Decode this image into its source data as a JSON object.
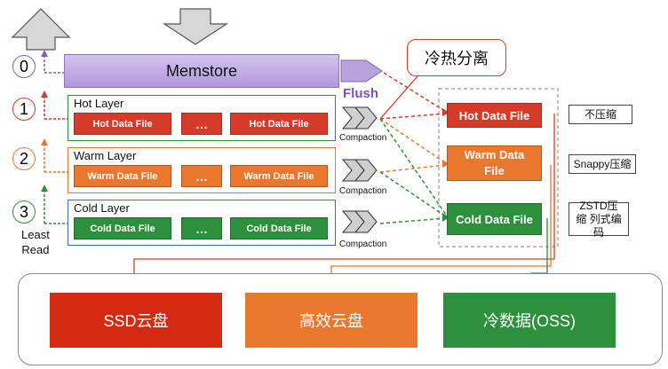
{
  "memstore": "Memstore",
  "flush": "Flush",
  "separation": "冷热分离",
  "layers": [
    {
      "title": "Hot Layer",
      "file": "Hot Data File",
      "ellipsis": "…"
    },
    {
      "title": "Warm Layer",
      "file": "Warm Data File",
      "ellipsis": "…"
    },
    {
      "title": "Cold Layer",
      "file": "Cold Data File",
      "ellipsis": "…"
    }
  ],
  "levels": [
    "0",
    "1",
    "2",
    "3"
  ],
  "compaction": "Compaction",
  "least_read": [
    "Least",
    "Read"
  ],
  "right_files": [
    {
      "name": "Hot Data File",
      "note": "不压缩"
    },
    {
      "name": "Warm Data File",
      "note": "Snappy压缩"
    },
    {
      "name": "Cold Data File",
      "note": "ZSTD压缩 列式编码"
    }
  ],
  "storage": [
    "SSD云盘",
    "高效云盘",
    "冷数据(OSS)"
  ],
  "colors": {
    "hot": "#d63b2a",
    "warm": "#e9772c",
    "cold": "#2e8f3c",
    "memstore": "#b9a3dd",
    "flush": "#8060b8"
  }
}
